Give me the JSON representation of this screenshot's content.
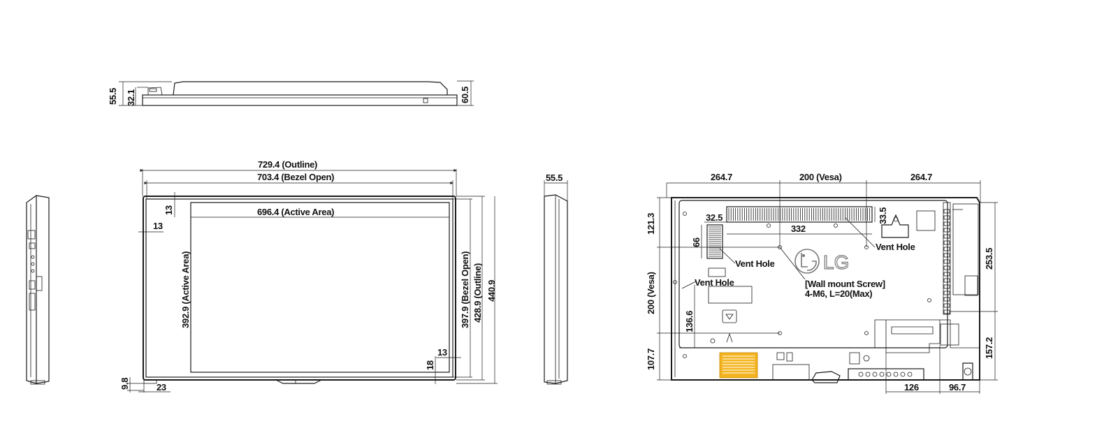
{
  "dims": {
    "side_top_55_5": "55.5",
    "side_top_32_1": "32.1",
    "side_top_60_5": "60.5",
    "outline_width": "729.4 (Outline)",
    "bezel_width": "703.4 (Bezel Open)",
    "active_width": "696.4 (Active Area)",
    "active_height": "392.9 (Active Area)",
    "bezel_height": "397.9 (Bezel Open)",
    "outline_height": "428.9 (Outline)",
    "total_height": "440.9",
    "bezel_13_top": "13",
    "bezel_13_left": "13",
    "bezel_13_right": "13",
    "bezel_18": "18",
    "bottom_9_8": "9.8",
    "bottom_23": "23",
    "side_depth": "55.5",
    "rear_264_7_left": "264.7",
    "rear_vesa_h": "200 (Vesa)",
    "rear_264_7_right": "264.7",
    "rear_121_3": "121.3",
    "rear_vesa_v": "200 (Vesa)",
    "rear_107_7": "107.7",
    "rear_32_5": "32.5",
    "rear_332": "332",
    "rear_33_5": "33.5",
    "rear_66": "66",
    "rear_136_6": "136.6",
    "rear_253_5": "253.5",
    "rear_157_2": "157.2",
    "rear_126": "126",
    "rear_96_7": "96.7"
  },
  "labels": {
    "vent_hole_1": "Vent Hole",
    "vent_hole_2": "Vent Hole",
    "vent_hole_3": "Vent Hole",
    "wall_mount_1": "[Wall mount Screw]",
    "wall_mount_2": "4-M6, L=20(Max)",
    "logo": "LG"
  }
}
